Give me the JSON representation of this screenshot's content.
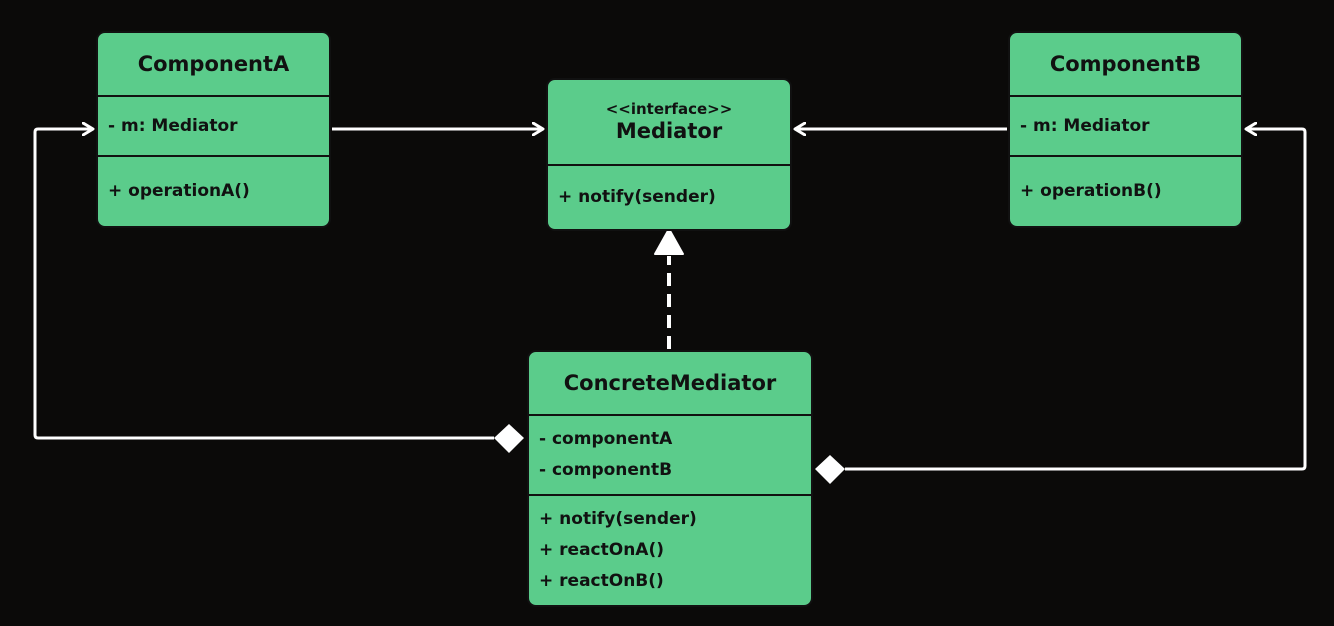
{
  "classes": {
    "component_a": {
      "name": "ComponentA",
      "attributes": [
        "- m: Mediator"
      ],
      "operations": [
        "+ operationA()"
      ]
    },
    "mediator": {
      "stereotype": "<<interface>>",
      "name": "Mediator",
      "operations": [
        "+ notify(sender)"
      ]
    },
    "component_b": {
      "name": "ComponentB",
      "attributes": [
        "- m: Mediator"
      ],
      "operations": [
        "+ operationB()"
      ]
    },
    "concrete_mediator": {
      "name": "ConcreteMediator",
      "attributes": [
        "- componentA",
        "- componentB"
      ],
      "operations": [
        "+ notify(sender)",
        "+ reactOnA()",
        "+ reactOnB()"
      ]
    }
  },
  "colors": {
    "background": "#0b0a09",
    "box_fill": "#5bcc8b",
    "line": "#ffffff",
    "border": "#111111"
  }
}
